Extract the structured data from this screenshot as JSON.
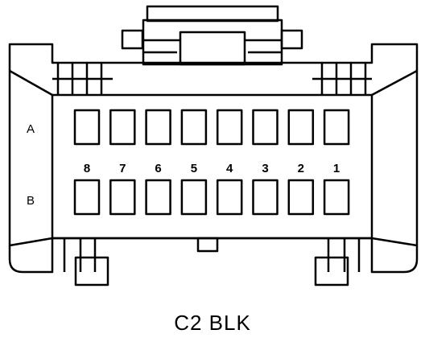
{
  "connector": {
    "caption": "C2 BLK",
    "rows": [
      {
        "label": "A"
      },
      {
        "label": "B"
      }
    ],
    "pin_numbers": [
      "8",
      "7",
      "6",
      "5",
      "4",
      "3",
      "2",
      "1"
    ]
  },
  "colors": {
    "line": "#000000",
    "background": "#ffffff"
  }
}
